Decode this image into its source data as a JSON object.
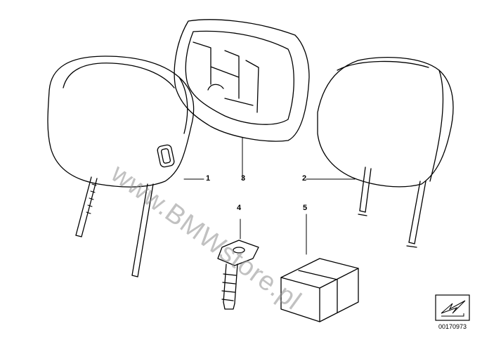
{
  "callouts": [
    {
      "id": "1",
      "label": "1"
    },
    {
      "id": "2",
      "label": "2"
    },
    {
      "id": "3",
      "label": "3"
    },
    {
      "id": "4",
      "label": "4"
    },
    {
      "id": "5",
      "label": "5"
    }
  ],
  "watermark": "www.BMWstore.pl",
  "document_number": "00170973",
  "icons": {
    "corner_arrow": "arrow-down-left-icon"
  }
}
